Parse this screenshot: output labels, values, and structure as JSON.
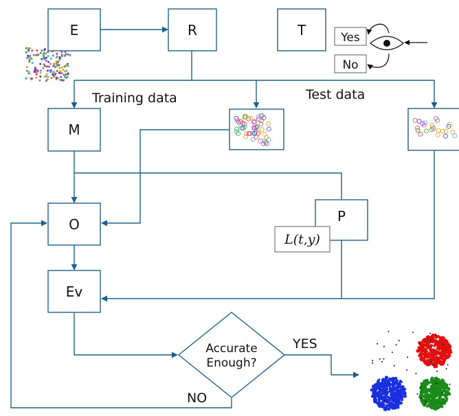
{
  "nodes": {
    "e": "E",
    "r": "R",
    "t": "T",
    "m": "M",
    "o": "O",
    "p": "P",
    "ev": "Ev",
    "loss": "L(t,y)",
    "decision_line1": "Accurate",
    "decision_line2": "Enough?"
  },
  "labels": {
    "training": "Training data",
    "test": "Test data",
    "yes_box": "Yes",
    "no_box": "No",
    "yes": "YES",
    "no": "NO"
  },
  "colors": {
    "boxes_and_arrows": "#1f5f86",
    "cluster_1": "#e01010",
    "cluster_2": "#1a2fe0",
    "cluster_3": "#1a8a1a"
  },
  "icons": [
    "eye-icon",
    "scatter-thumbnail-icon",
    "clusters-icon"
  ]
}
